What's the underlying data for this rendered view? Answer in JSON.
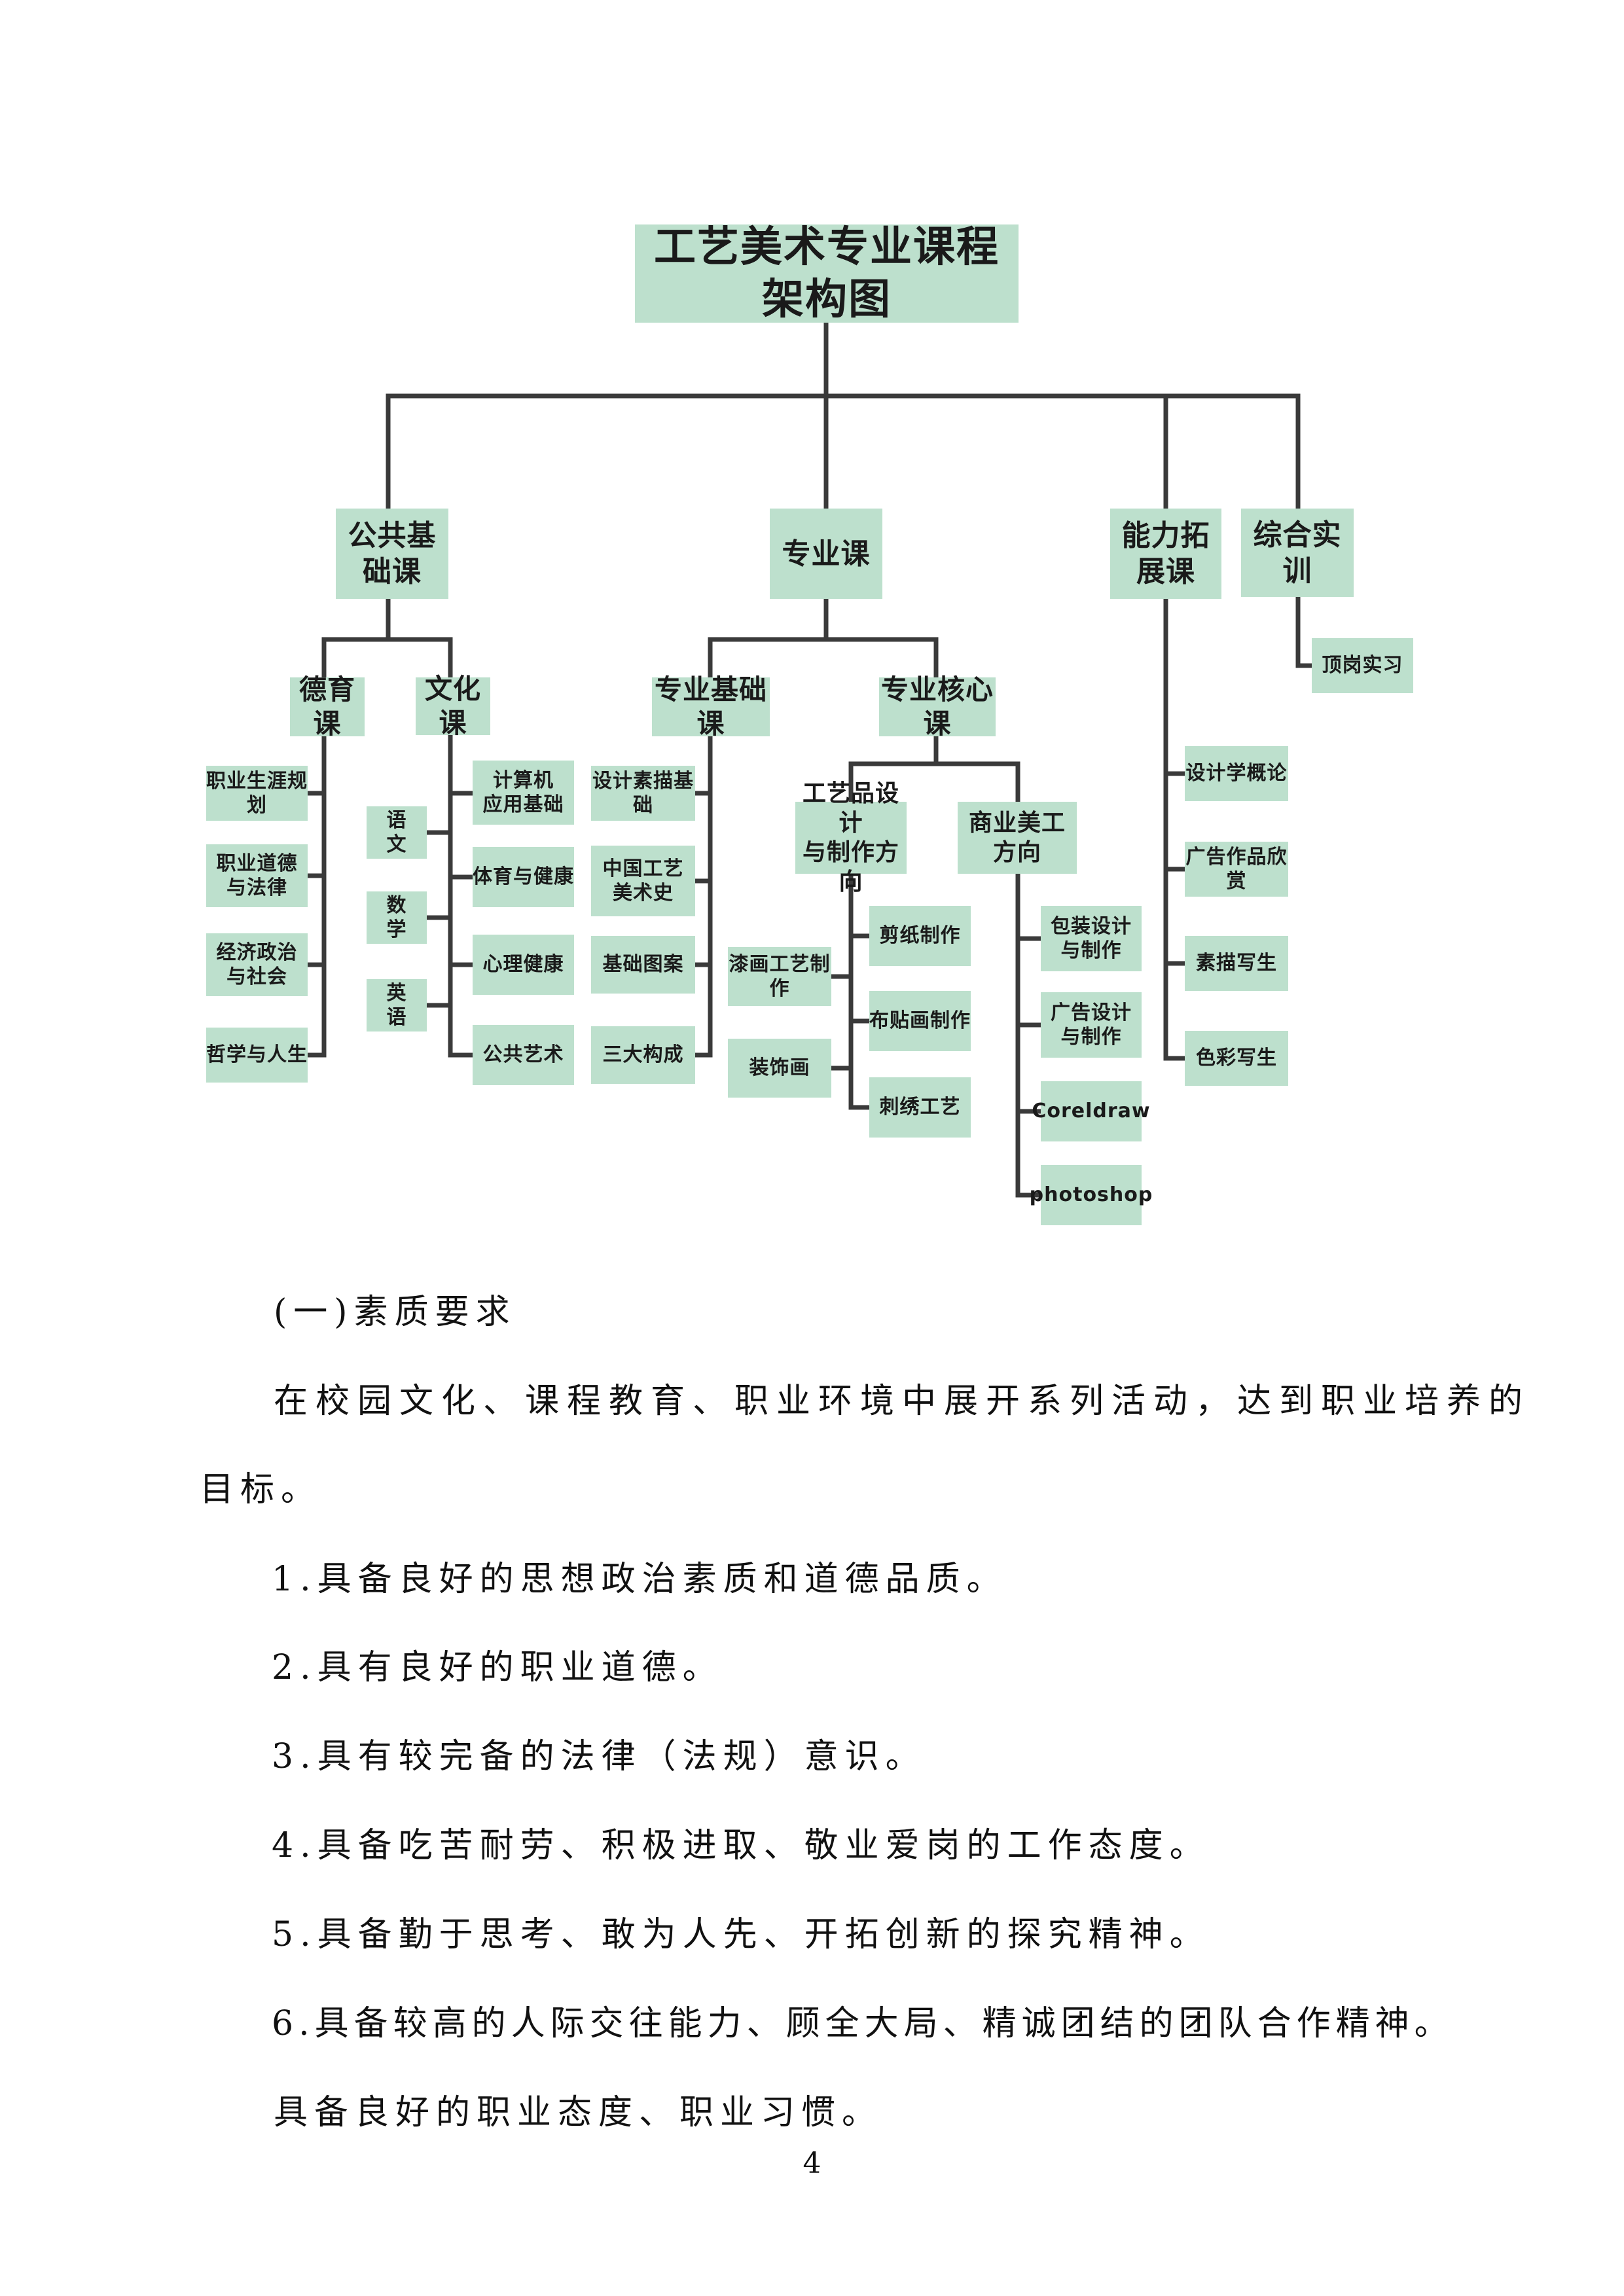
{
  "diagram": {
    "title": "工艺美术专业课程架构图",
    "categories": {
      "public_basic": "公共基础课",
      "major": "专业课",
      "extension": "能力拓展课",
      "practice": "综合实训"
    },
    "sub": {
      "moral": "德育课",
      "culture": "文化课",
      "major_basic": "专业基础课",
      "major_core": "专业核心课",
      "craft_direction": "工艺品设计\n与制作方向",
      "commercial_direction": "商业美工方向"
    },
    "moral_items": [
      "职业生涯规划",
      "职业道德\n与法律",
      "经济政治\n与社会",
      "哲学与人生"
    ],
    "culture_left_items": [
      "语　文",
      "数　学",
      "英　语"
    ],
    "culture_right_items": [
      "计算机\n应用基础",
      "体育与健康",
      "心理健康",
      "公共艺术"
    ],
    "major_basic_items": [
      "设计素描基础",
      "中国工艺\n美术史",
      "基础图案",
      "三大构成"
    ],
    "craft_left_items": [
      "漆画工艺制作",
      "装饰画"
    ],
    "craft_right_items": [
      "剪纸制作",
      "布贴画制作",
      "刺绣工艺"
    ],
    "commercial_items": [
      "包装设计\n与制作",
      "广告设计\n与制作",
      "Coreldraw",
      "photoshop"
    ],
    "extension_items": [
      "设计学概论",
      "广告作品欣赏",
      "素描写生",
      "色彩写生"
    ],
    "practice_items": [
      "顶岗实习"
    ],
    "box_color": "#bde0cd",
    "line_color": "#3a3a3a"
  },
  "text": {
    "section_heading": "(一)素质要求",
    "intro_line1": "在校园文化、课程教育、职业环境中展开系列活动，达到职业培养的",
    "intro_line2": "目标。",
    "items": [
      "1.具备良好的思想政治素质和道德品质。",
      "2.具有良好的职业道德。",
      "3.具有较完备的法律（法规）意识。",
      "4.具备吃苦耐劳、积极进取、敬业爱岗的工作态度。",
      "5.具备勤于思考、敢为人先、开拓创新的探究精神。",
      "6.具备较高的人际交往能力、顾全大局、精诚团结的团队合作精神。"
    ],
    "closing": "具备良好的职业态度、职业习惯。"
  },
  "page_number": "4"
}
